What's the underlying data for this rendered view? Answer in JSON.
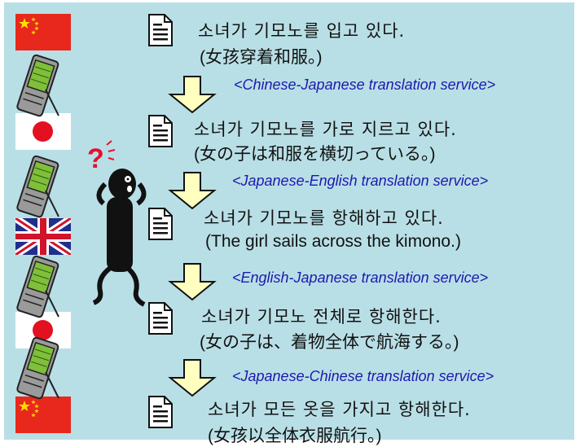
{
  "steps": [
    {
      "korean": "소녀가 기모노를 입고 있다.",
      "translation": "(女孩穿着和服。)"
    },
    {
      "korean": "소녀가 기모노를 가로 지르고 있다.",
      "translation": "(女の子は和服を横切っている。)"
    },
    {
      "korean": "소녀가 기모노를 항해하고 있다.",
      "translation": "(The girl sails across the kimono.)"
    },
    {
      "korean": "소녀가 기모노 전체로 항해한다.",
      "translation": "(女の子は、着物全体で航海する。)"
    },
    {
      "korean": "소녀가 모든 옷을 가지고 항해한다.",
      "translation": "(女孩以全体衣服航行。)"
    }
  ],
  "services": [
    "<Chinese-Japanese translation service>",
    "<Japanese-English translation service>",
    "<English-Japanese translation service>",
    "<Japanese-Chinese translation service>"
  ],
  "flags": [
    "china-flag",
    "japan-flag",
    "uk-flag",
    "japan-flag",
    "china-flag"
  ],
  "confused_marks": "?",
  "colors": {
    "background": "#b9dfe6",
    "service_text": "#1a1ab0",
    "arrow_fill": "#ffffc0",
    "china_red": "#e8281c",
    "japan_red": "#e31120"
  }
}
